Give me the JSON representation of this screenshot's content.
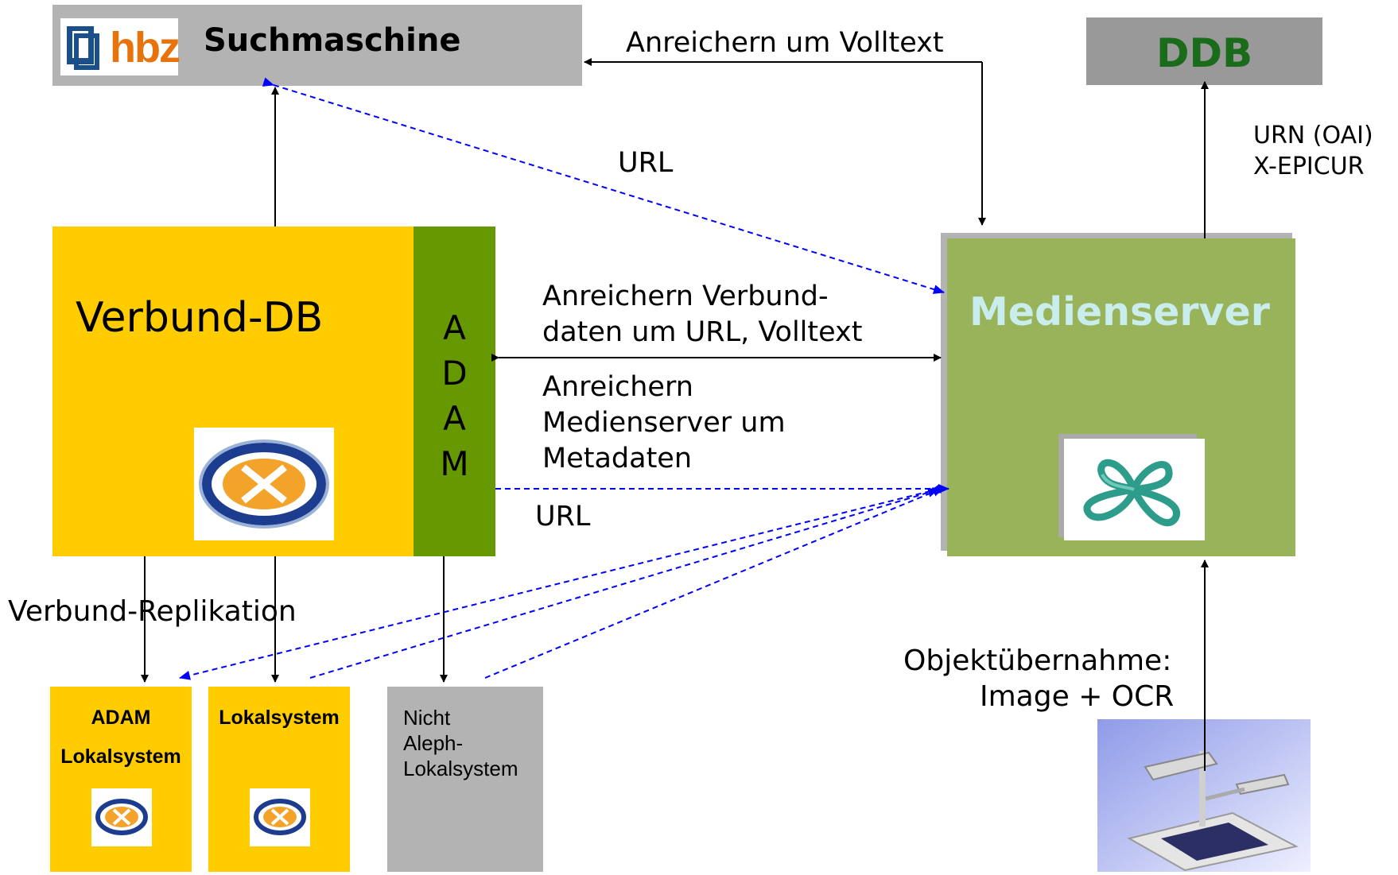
{
  "search": {
    "logo_text": "hbz",
    "title": "Suchmaschine"
  },
  "ddb": {
    "title": "DDB"
  },
  "verbund": {
    "title": "Verbund-DB"
  },
  "adam_bar": {
    "letters": [
      "A",
      "D",
      "A",
      "M"
    ]
  },
  "medienserver": {
    "title": "Medienserver"
  },
  "local_systems": {
    "adam": {
      "line1": "ADAM",
      "line2": "Lokalsystem"
    },
    "lokal": {
      "line1": "Lokalsystem"
    },
    "nicht": {
      "line1": "Nicht",
      "line2": "Aleph-",
      "line3": "Lokalsystem"
    }
  },
  "labels": {
    "anreichern_volltext": "Anreichern um Volltext",
    "url_top": "URL",
    "urn_line1": "URN (OAI)",
    "urn_line2": "X-EPICUR",
    "verbund_line1": "Anreichern Verbund-",
    "verbund_line2": "daten um URL, Volltext",
    "meta_line1": "Anreichern",
    "meta_line2": "Medienserver um",
    "meta_line3": "Metadaten",
    "url_mid": "URL",
    "replikation": "Verbund-Replikation",
    "objekt_line1": "Objektübernahme:",
    "objekt_line2": "Image + OCR"
  },
  "colors": {
    "gray_box": "#b3b3b3",
    "ddb_box": "#999999",
    "ddb_text": "#1a6b1a",
    "yellow": "#ffcc00",
    "adam_green": "#669900",
    "medien_green": "#99b35a",
    "medien_text": "#c9ecec",
    "dashed_blue": "#0000ff"
  },
  "icons": [
    "hbz-logo-icon",
    "aleph-logo-icon",
    "medienserver-logo-icon",
    "scanner-image"
  ]
}
